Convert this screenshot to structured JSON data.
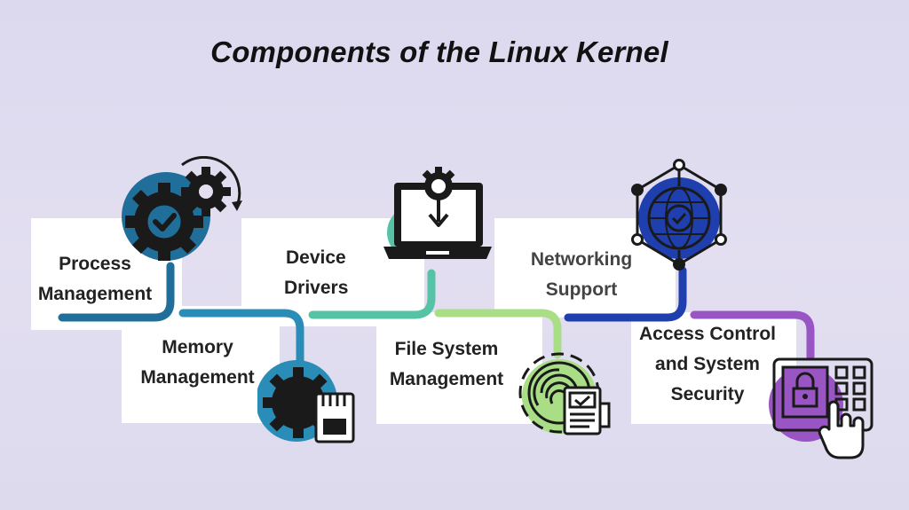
{
  "title": "Components of the Linux Kernel",
  "components": [
    {
      "line1": "Process",
      "line2": "Management",
      "color": "#1f6f9a",
      "icon": "gears-check-icon"
    },
    {
      "line1": "Memory",
      "line2": "Management",
      "color": "#2a8db8",
      "icon": "gear-memory-card-icon"
    },
    {
      "line1": "Device",
      "line2": "Drivers",
      "color": "#56c2a6",
      "icon": "laptop-gear-download-icon"
    },
    {
      "line1": "File System",
      "line2": "Management",
      "color": "#a9de87",
      "icon": "gear-fingerprint-document-icon"
    },
    {
      "line1": "Networking",
      "line2": "Support",
      "color": "#1f3fae",
      "icon": "network-globe-check-icon"
    },
    {
      "line1": "Access Control",
      "line2": "and System",
      "line3": "Security",
      "color": "#9a55c4",
      "icon": "keypad-lock-hand-icon"
    }
  ]
}
